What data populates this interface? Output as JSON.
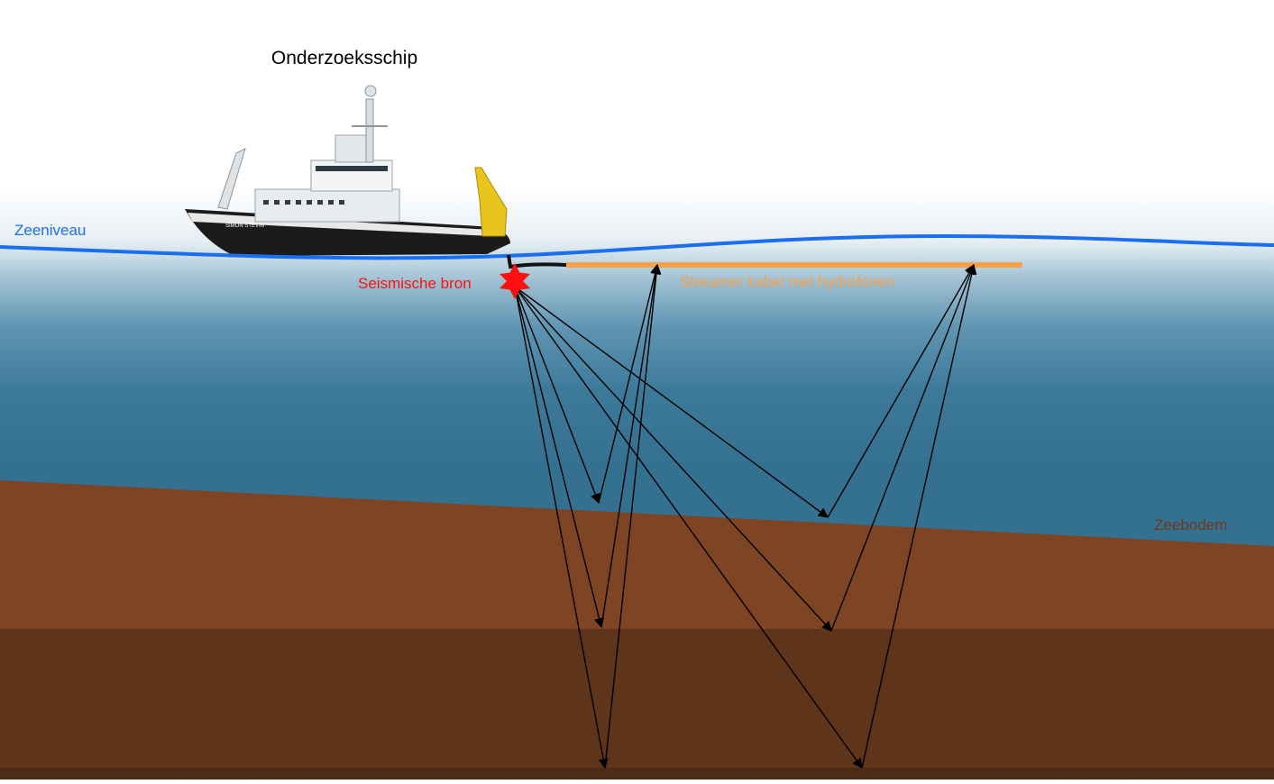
{
  "labels": {
    "ship_title": "Onderzoeksschip",
    "sea_level": "Zeeniveau",
    "seismic_source": "Seismische bron",
    "streamer": "Streamer kabel met hydrofonen",
    "seabed": "Zeebodem"
  },
  "colors": {
    "sea_level_line": "#1a6ff0",
    "seismic_source": "#ff1010",
    "streamer": "#f5a04a",
    "seabed_label": "#6b3a1c",
    "water_deep": "#34708f",
    "sediment_1": "#7d4524",
    "sediment_2": "#5e341b",
    "sediment_3": "#4e2b16",
    "ray": "#000000"
  },
  "ship": {
    "hull_name": "SIMON STEVIN"
  }
}
